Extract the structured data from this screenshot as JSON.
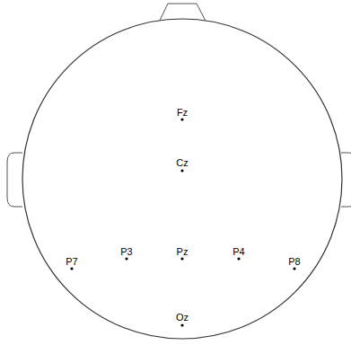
{
  "diagram": {
    "labels": [
      "Fz",
      "Cz",
      "P7",
      "P3",
      "Pz",
      "P4",
      "P8",
      "Oz"
    ]
  }
}
